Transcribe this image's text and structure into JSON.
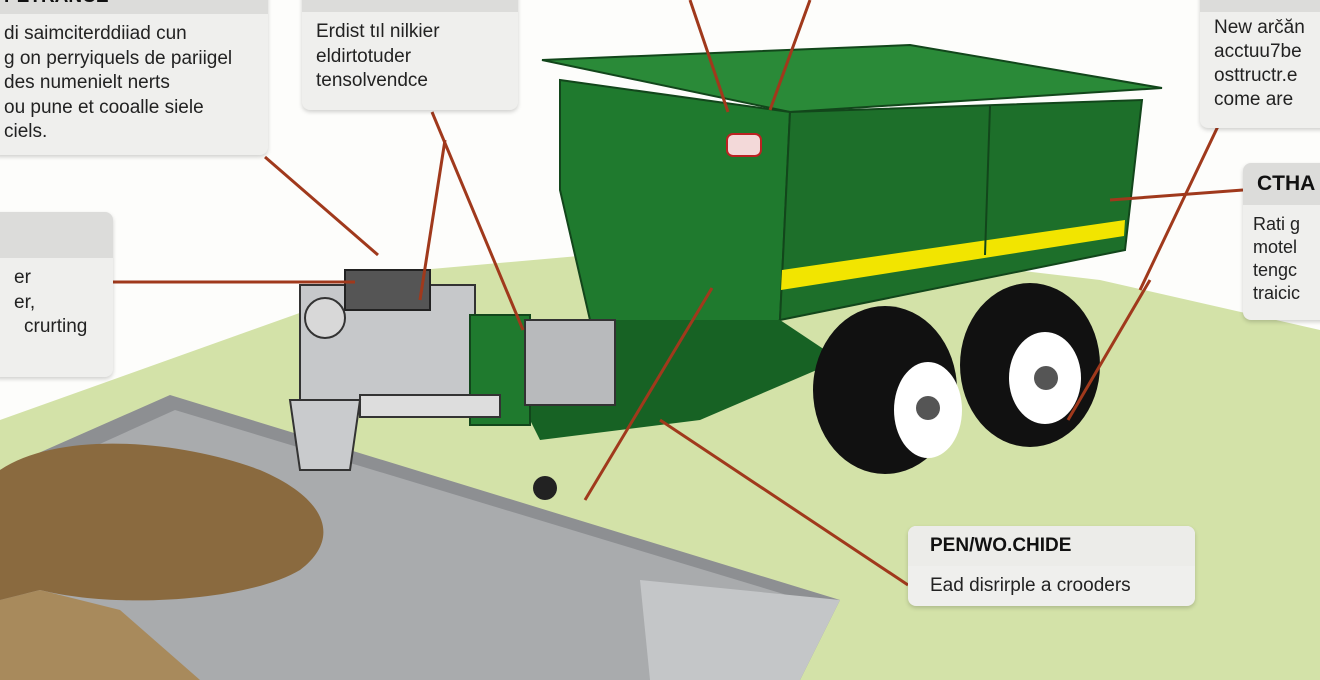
{
  "callouts": {
    "top_left": {
      "title": "PETRANCE",
      "lines": [
        "di saimciterddiiad cun",
        "g on perryiquels de pariigel",
        "des numenielt nerts",
        "ou pune et cooalle siele",
        "ciels."
      ]
    },
    "top_center": {
      "title": "CVILEMARDS",
      "lines": [
        "Erdist tıl nilkier",
        "eldirtotuder",
        "tensolvendce"
      ]
    },
    "top_right": {
      "title": "PERMIME",
      "lines": [
        "New arčăn",
        "acctuu7be",
        "osttructr.e",
        "come are"
      ]
    },
    "left": {
      "title": "",
      "lines": [
        "er",
        "er,",
        "crurting"
      ]
    },
    "right": {
      "title": "CTHA",
      "lines": [
        "Rati g",
        "motel",
        "tengc",
        "traicic"
      ]
    },
    "bottom": {
      "title": "PEN/WO.CHIDE",
      "lines": [
        "Ead disrirple a crooders"
      ]
    }
  },
  "colors": {
    "trailer": "#1f7a2e",
    "trailer_dark": "#165c22",
    "stripe": "#f2e500",
    "arrow": "#a0391c",
    "grass": "#cfe0a4",
    "machine": "#bfc1c3",
    "soil": "#8a6a3f"
  }
}
